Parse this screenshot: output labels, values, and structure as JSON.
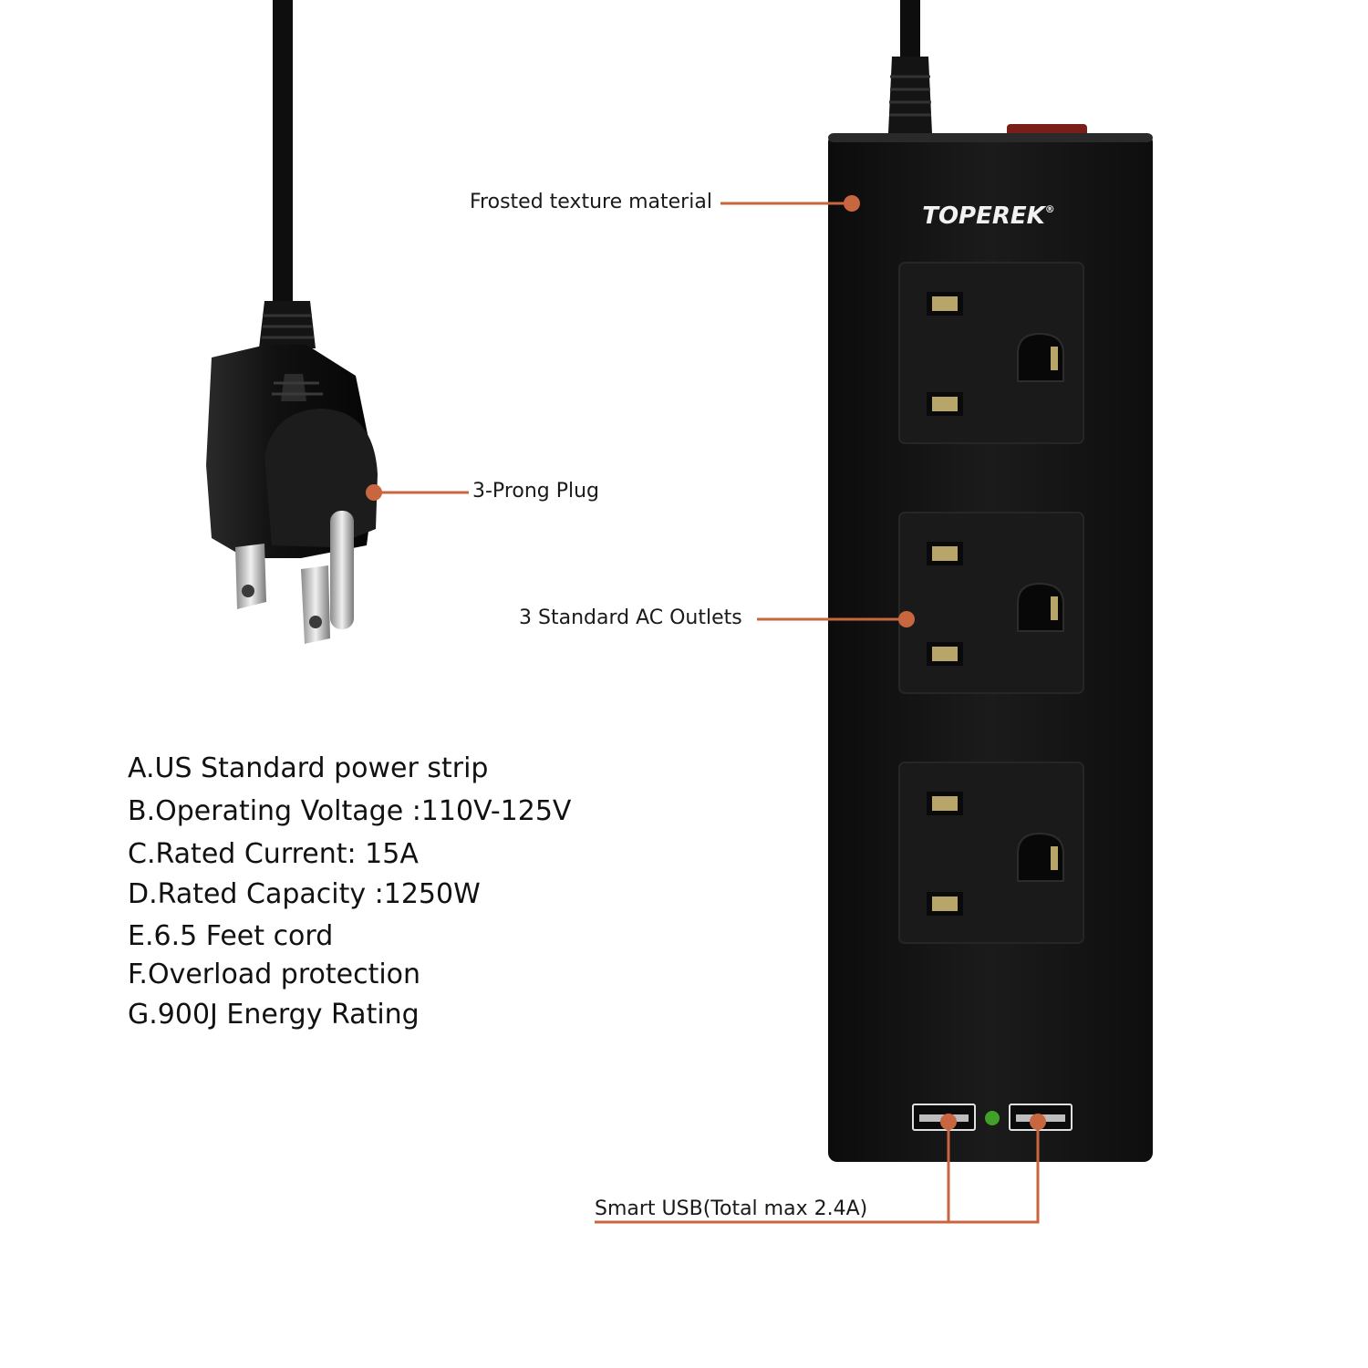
{
  "brand": "TOPEREK",
  "registered_mark": "®",
  "callouts": {
    "frosted": "Frosted texture material",
    "plug": "3-Prong Plug",
    "outlets": "3 Standard AC Outlets",
    "usb": "Smart USB(Total max 2.4A)"
  },
  "specs": [
    "A.US Standard power strip",
    "B.Operating Voltage :110V-125V",
    "C.Rated Current: 15A",
    "D.Rated Capacity :1250W",
    "E.6.5 Feet cord",
    "F.Overload protection",
    "G.900J Energy Rating"
  ],
  "colors": {
    "accent": "#c8663f",
    "strip_body": "#151515",
    "outlet_slot": "#b8a56a",
    "switch": "#7a1f17",
    "usb_led": "#3fa02a"
  }
}
